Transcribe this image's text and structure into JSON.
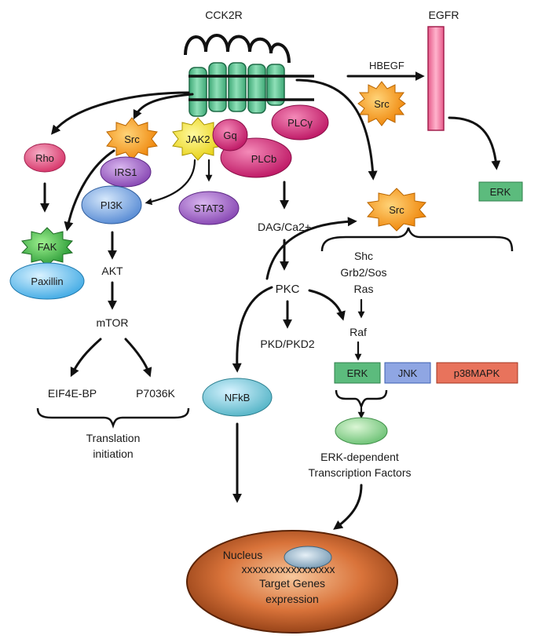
{
  "receptor": {
    "label": "CCK2R"
  },
  "egfr": {
    "label": "EGFR",
    "ligand": "HBEGF",
    "src": "Src",
    "erk": "ERK"
  },
  "nodes": {
    "rho": "Rho",
    "src_left": "Src",
    "jak2": "JAK2",
    "gq": "Gq",
    "plcg": "PLCγ",
    "plcb": "PLCb",
    "irs1": "IRS1",
    "pi3k": "PI3K",
    "stat3": "STAT3",
    "fak": "FAK",
    "paxillin": "Paxillin",
    "akt": "AKT",
    "mtor": "mTOR",
    "eif4e": "EIF4E-BP",
    "p70s6k": "P7036K",
    "dag": "DAG/Ca2+",
    "pkc": "PKC",
    "pkd": "PKD/PKD2",
    "nfkb": "NFkB",
    "src_right": "Src",
    "shc": "Shc",
    "grb2": "Grb2/Sos",
    "ras": "Ras",
    "raf": "Raf",
    "erk": "ERK",
    "jnk": "JNK",
    "p38": "p38MAPK"
  },
  "translation": {
    "line1": "Translation",
    "line2": "initiation"
  },
  "tf": {
    "line1": "ERK-dependent",
    "line2": "Transcription Factors"
  },
  "nucleus": {
    "title": "Nucleus",
    "seq": "xxxxxxxxxxxxxxxxx",
    "line1": "Target Genes",
    "line2": "expression"
  },
  "colors": {
    "receptor": "#5cc596",
    "src": "#f5a021",
    "jak2": "#f3e53a",
    "purple": "#9a5bc0",
    "magenta": "#cc2a78",
    "blue": "#7aa9e1",
    "green_box": "#5cbb7d",
    "jnk": "#8fa6e3",
    "p38": "#e8735c",
    "egfr": "#f274a0",
    "nucleus": "#b8521f"
  }
}
